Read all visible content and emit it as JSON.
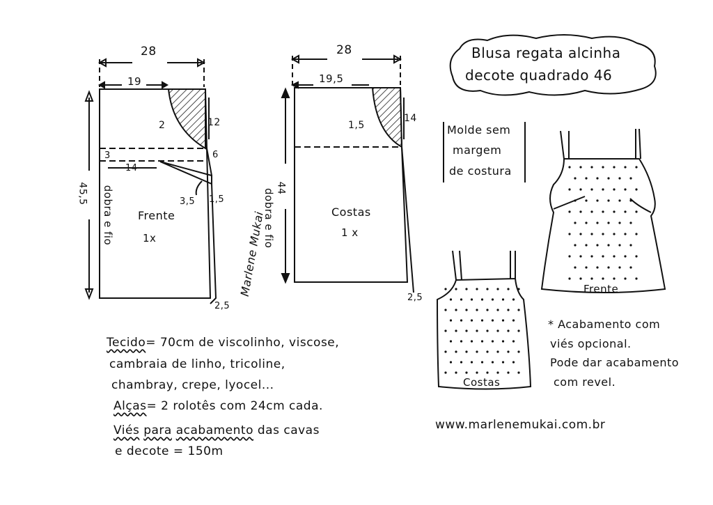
{
  "title": {
    "line1": "Blusa regata alcinha",
    "line2": "decote quadrado 46"
  },
  "note_box": {
    "line1": "Molde sem",
    "line2": "margem",
    "line3": "de costura"
  },
  "front_piece": {
    "label": "Frente",
    "count": "1x",
    "fold_label": "dobra e fio",
    "width_total": "28",
    "neck_width": "19",
    "shoulder_drop": "12",
    "neck_curve": "2",
    "dart_offset": "3",
    "dart_length": "14",
    "side_6": "6",
    "dart_width": "3,5",
    "dart_side": "1,5",
    "length": "45,5",
    "hem_flare": "2,5"
  },
  "back_piece": {
    "label": "Costas",
    "count": "1 x",
    "fold_label": "dobra e fio",
    "width_total": "28",
    "neck_width": "19,5",
    "shoulder_drop": "14",
    "neck_curve": "1,5",
    "length": "44",
    "hem_flare": "2,5"
  },
  "signature": "Marlene Mukai",
  "sketches": {
    "front_label": "Frente",
    "back_label": "Costas"
  },
  "materials": {
    "fabric_label": "Tecido",
    "fabric_text": "= 70cm de viscolinho, viscose,",
    "fabric_line2": "cambraia de linho, tricoline,",
    "fabric_line3": "chambray, crepe, lyocel...",
    "straps_label": "Alças",
    "straps_text": "= 2 rolotês com 24cm cada.",
    "bias_label": "Viés",
    "bias_para": "para",
    "bias_acab": "acabamento",
    "bias_text": "das cavas",
    "bias_line2": "e decote = 150m"
  },
  "finish_note": {
    "line1": "* Acabamento com",
    "line2": "viés opcional.",
    "line3": "Pode dar acabamento",
    "line4": "com revel."
  },
  "website": "www.marlenemukai.com.br"
}
